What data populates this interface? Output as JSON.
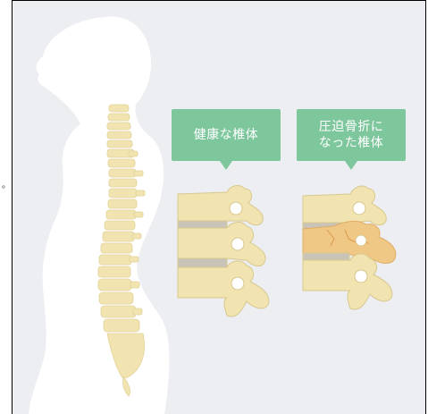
{
  "edge_mark": "。",
  "labels": {
    "healthy_vertebra": "健康な椎体",
    "fracture_line1": "圧迫骨折に",
    "fracture_line2": "なった椎体"
  },
  "colors": {
    "background": "#eceef1",
    "silhouette": "#ffffff",
    "bone": "#f1e4b0",
    "bone_outline": "#d8c88e",
    "disc": "#c9c3b8",
    "fracture": "#f0c886",
    "callout": "#7ec79d",
    "callout_text": "#ffffff"
  }
}
